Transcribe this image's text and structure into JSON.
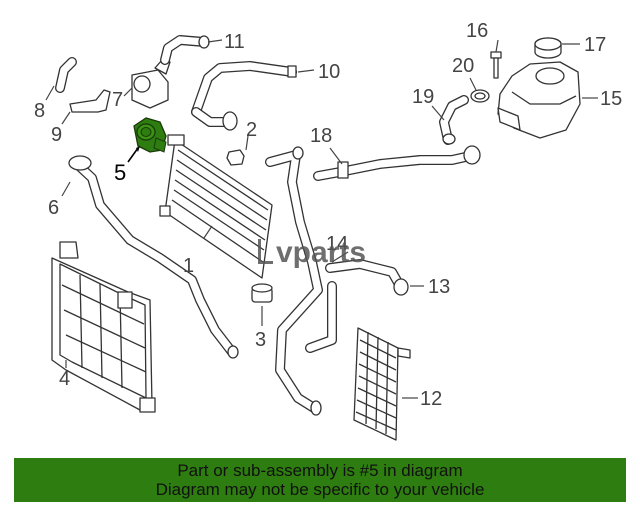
{
  "diagram": {
    "callouts": [
      "1",
      "2",
      "3",
      "4",
      "5",
      "6",
      "7",
      "8",
      "9",
      "10",
      "11",
      "12",
      "13",
      "14",
      "15",
      "16",
      "17",
      "18",
      "19",
      "20"
    ],
    "highlighted_part": "5",
    "highlight_color": "#2e7d10",
    "watermark": "vparts"
  },
  "banner": {
    "line1": "Part or sub-assembly is #5 in diagram",
    "line2": "Diagram may not be specific to your vehicle",
    "color": "#2e7d10"
  }
}
